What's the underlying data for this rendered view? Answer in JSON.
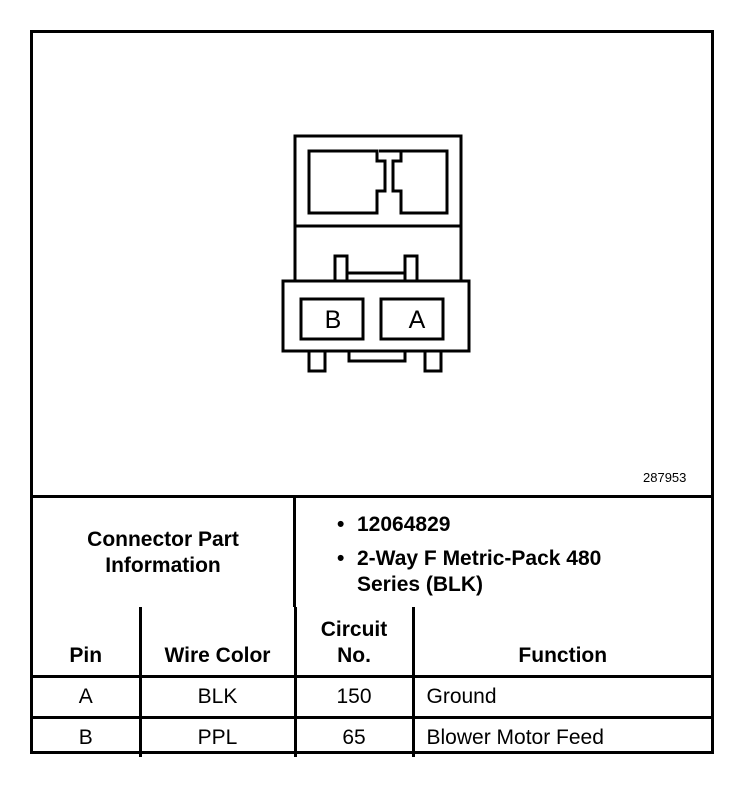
{
  "diagram": {
    "figure_id": "287953",
    "pin_labels": {
      "b": "B",
      "a": "A"
    }
  },
  "part_info": {
    "label_line1": "Connector Part",
    "label_line2": "Information",
    "items": [
      {
        "line1": "12064829",
        "line2": ""
      },
      {
        "line1": "2-Way F Metric-Pack 480",
        "line2": "Series (BLK)"
      }
    ],
    "bullet": "•"
  },
  "table": {
    "headers": {
      "pin": "Pin",
      "wire_color": "Wire Color",
      "circuit_line1": "Circuit",
      "circuit_line2": "No.",
      "function": "Function"
    },
    "rows": [
      {
        "pin": "A",
        "wire_color": "BLK",
        "circuit": "150",
        "function": "Ground"
      },
      {
        "pin": "B",
        "wire_color": "PPL",
        "circuit": "65",
        "function": "Blower Motor Feed"
      }
    ]
  }
}
